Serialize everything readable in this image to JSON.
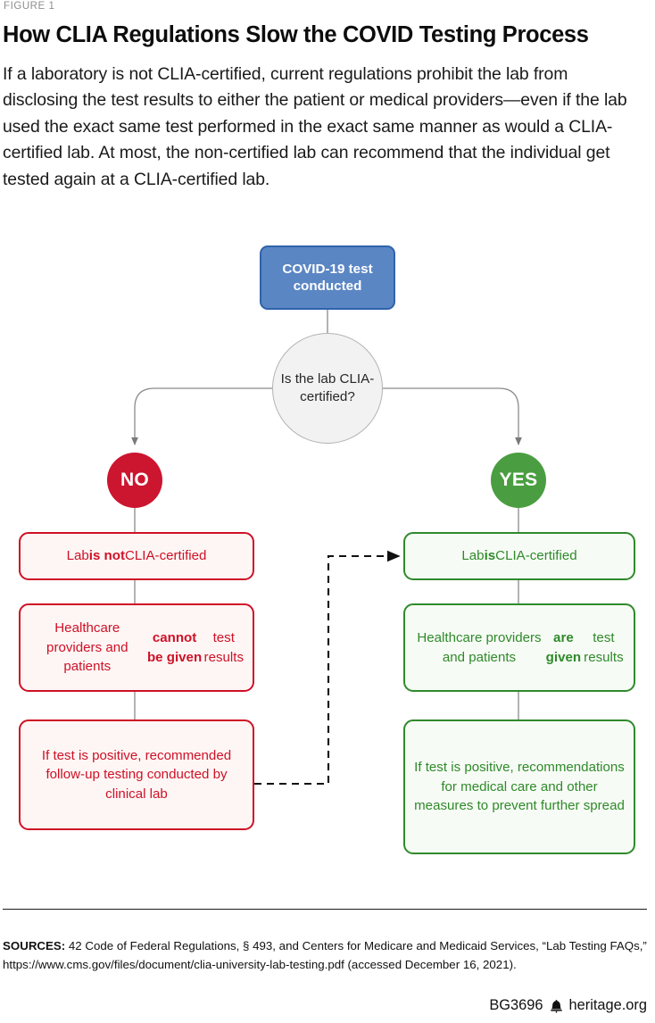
{
  "header": {
    "figure_label": "FIGURE 1",
    "headline": "How CLIA Regulations Slow the COVID Testing Process",
    "deck": "If a laboratory is not CLIA-certified, current regulations prohibit the lab from disclosing the test results to either the patient or medical providers—even if the lab used the exact same test performed in the exact same manner as would a CLIA-certified lab. At most, the non-certified lab can recommend that the individual get tested again at a CLIA-certified lab."
  },
  "chart_data": {
    "type": "flowchart",
    "title": "How CLIA Regulations Slow the COVID Testing Process",
    "nodes": {
      "start": {
        "label": "COVID-19 test conducted",
        "shape": "rounded-rect",
        "fill": "#5b86c4",
        "stroke": "#2f63ab",
        "text_color": "#ffffff"
      },
      "decision": {
        "label": "Is the lab CLIA-certified?",
        "shape": "ellipse",
        "fill": "#f2f2f2",
        "stroke": "#b3b3b3",
        "text_color": "#262626"
      },
      "branch_no": {
        "label": "NO",
        "shape": "circle",
        "fill": "#cc152f",
        "text_color": "#ffffff"
      },
      "branch_yes": {
        "label": "YES",
        "shape": "circle",
        "fill": "#4a9e41",
        "text_color": "#ffffff"
      }
    },
    "left_branch": {
      "accent": "#cf1126",
      "fill": "#fdf6f5",
      "steps": [
        {
          "pre": "Lab ",
          "strong": "is not",
          "post": " CLIA-certified"
        },
        {
          "pre": "Healthcare providers and patients ",
          "strong": "cannot be given",
          "post": " test results"
        },
        {
          "pre": "If test is positive, recommended follow-up testing conducted by clinical lab",
          "strong": "",
          "post": ""
        }
      ]
    },
    "right_branch": {
      "accent": "#2f8a2b",
      "fill": "#f7fbf5",
      "steps": [
        {
          "pre": "Lab ",
          "strong": "is",
          "post": " CLIA-certified"
        },
        {
          "pre": "Healthcare providers and patients ",
          "strong": "are given",
          "post": " test results"
        },
        {
          "pre": "If test is positive, recommendations for medical care and other measures to prevent further spread",
          "strong": "",
          "post": ""
        }
      ]
    },
    "connectors": [
      {
        "from": "start",
        "to": "decision",
        "style": "solid"
      },
      {
        "from": "decision",
        "to": "branch_no",
        "style": "solid",
        "arrow": true
      },
      {
        "from": "decision",
        "to": "branch_yes",
        "style": "solid",
        "arrow": true
      },
      {
        "from": "branch_no",
        "to": "left_step_1",
        "style": "solid"
      },
      {
        "from": "branch_yes",
        "to": "right_step_1",
        "style": "solid"
      },
      {
        "from": "left_step_1",
        "to": "left_step_2",
        "style": "solid"
      },
      {
        "from": "left_step_2",
        "to": "left_step_3",
        "style": "solid"
      },
      {
        "from": "right_step_1",
        "to": "right_step_2",
        "style": "solid"
      },
      {
        "from": "right_step_2",
        "to": "right_step_3",
        "style": "solid"
      },
      {
        "from": "left_step_3",
        "to": "right_step_1",
        "style": "dashed",
        "arrow": true
      }
    ]
  },
  "footer": {
    "sources_label": "SOURCES:",
    "sources_text": " 42 Code of Federal Regulations, § 493, and Centers for Medicare and Medicaid Services, “Lab Testing FAQs,” https://www.cms.gov/files/document/clia-university-lab-testing.pdf (accessed December 16, 2021).",
    "report_id": "BG3696",
    "site": "heritage.org"
  }
}
